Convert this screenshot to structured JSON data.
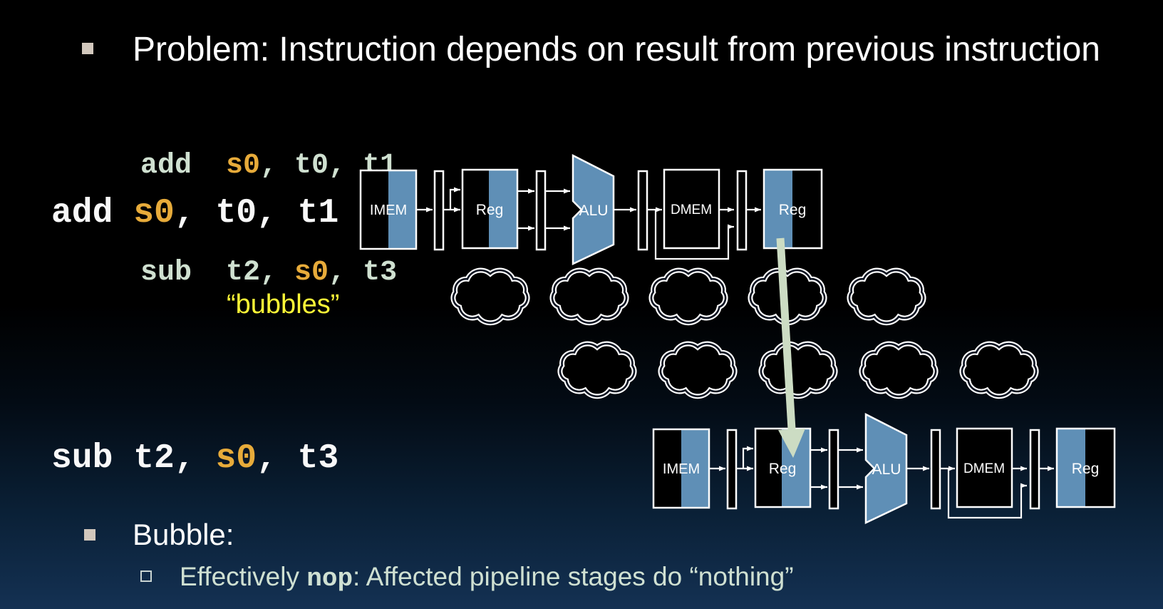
{
  "colors": {
    "stage_blue": "#5f8fb6",
    "code_green": "#cfe0d0",
    "register_orange": "#e7ab3a",
    "bubbles_yellow": "#fdf737",
    "arrow_green": "#ccdcc3",
    "bullet_tan": "#d2c8bd",
    "outline_white": "#ffffff"
  },
  "title": {
    "text": "Problem: Instruction depends on result from previous instruction"
  },
  "code_block": {
    "line1": [
      "add  ",
      "s0",
      ", t0, t1"
    ],
    "line2": [
      "sub  t2, ",
      "s0",
      ", t3"
    ]
  },
  "inline_add": [
    "add ",
    "s0",
    ", t0, t1"
  ],
  "inline_sub": [
    "sub t2, ",
    "s0",
    ", t3"
  ],
  "bubbles": {
    "label": "“bubbles”",
    "rows": [
      5,
      5
    ]
  },
  "pipeline": {
    "stages": {
      "imem": "IMEM",
      "reg_read": "Reg",
      "alu": "ALU",
      "dmem": "DMEM",
      "reg_write": "Reg"
    }
  },
  "bubble_section": {
    "heading": "Bubble:",
    "detail": [
      "Effectively ",
      "nop",
      ": Affected pipeline stages do “nothing”"
    ]
  }
}
